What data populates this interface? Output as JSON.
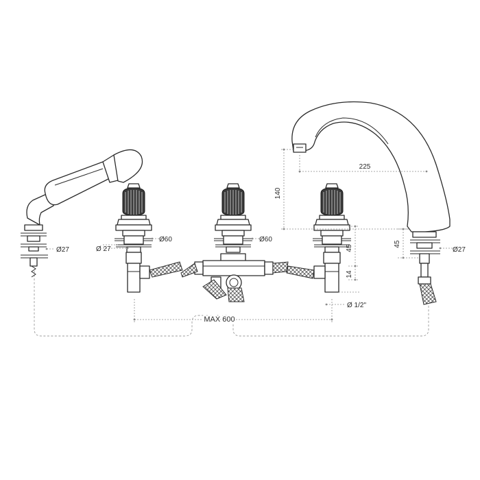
{
  "dimensions": {
    "hand_shower_diameter": "Ø27",
    "left_valve_base_diameter": "Ø 27",
    "left_valve_flange_diameter": "Ø60",
    "center_valve_flange_diameter": "Ø60",
    "spout_reach": "225",
    "spout_height": "140",
    "right_valve_height": "45",
    "right_valve_offset": "14",
    "connection_thread": "Ø 1/2\"",
    "spout_base_height": "45",
    "spout_base_diameter": "Ø27",
    "max_spread": "MAX 600"
  }
}
